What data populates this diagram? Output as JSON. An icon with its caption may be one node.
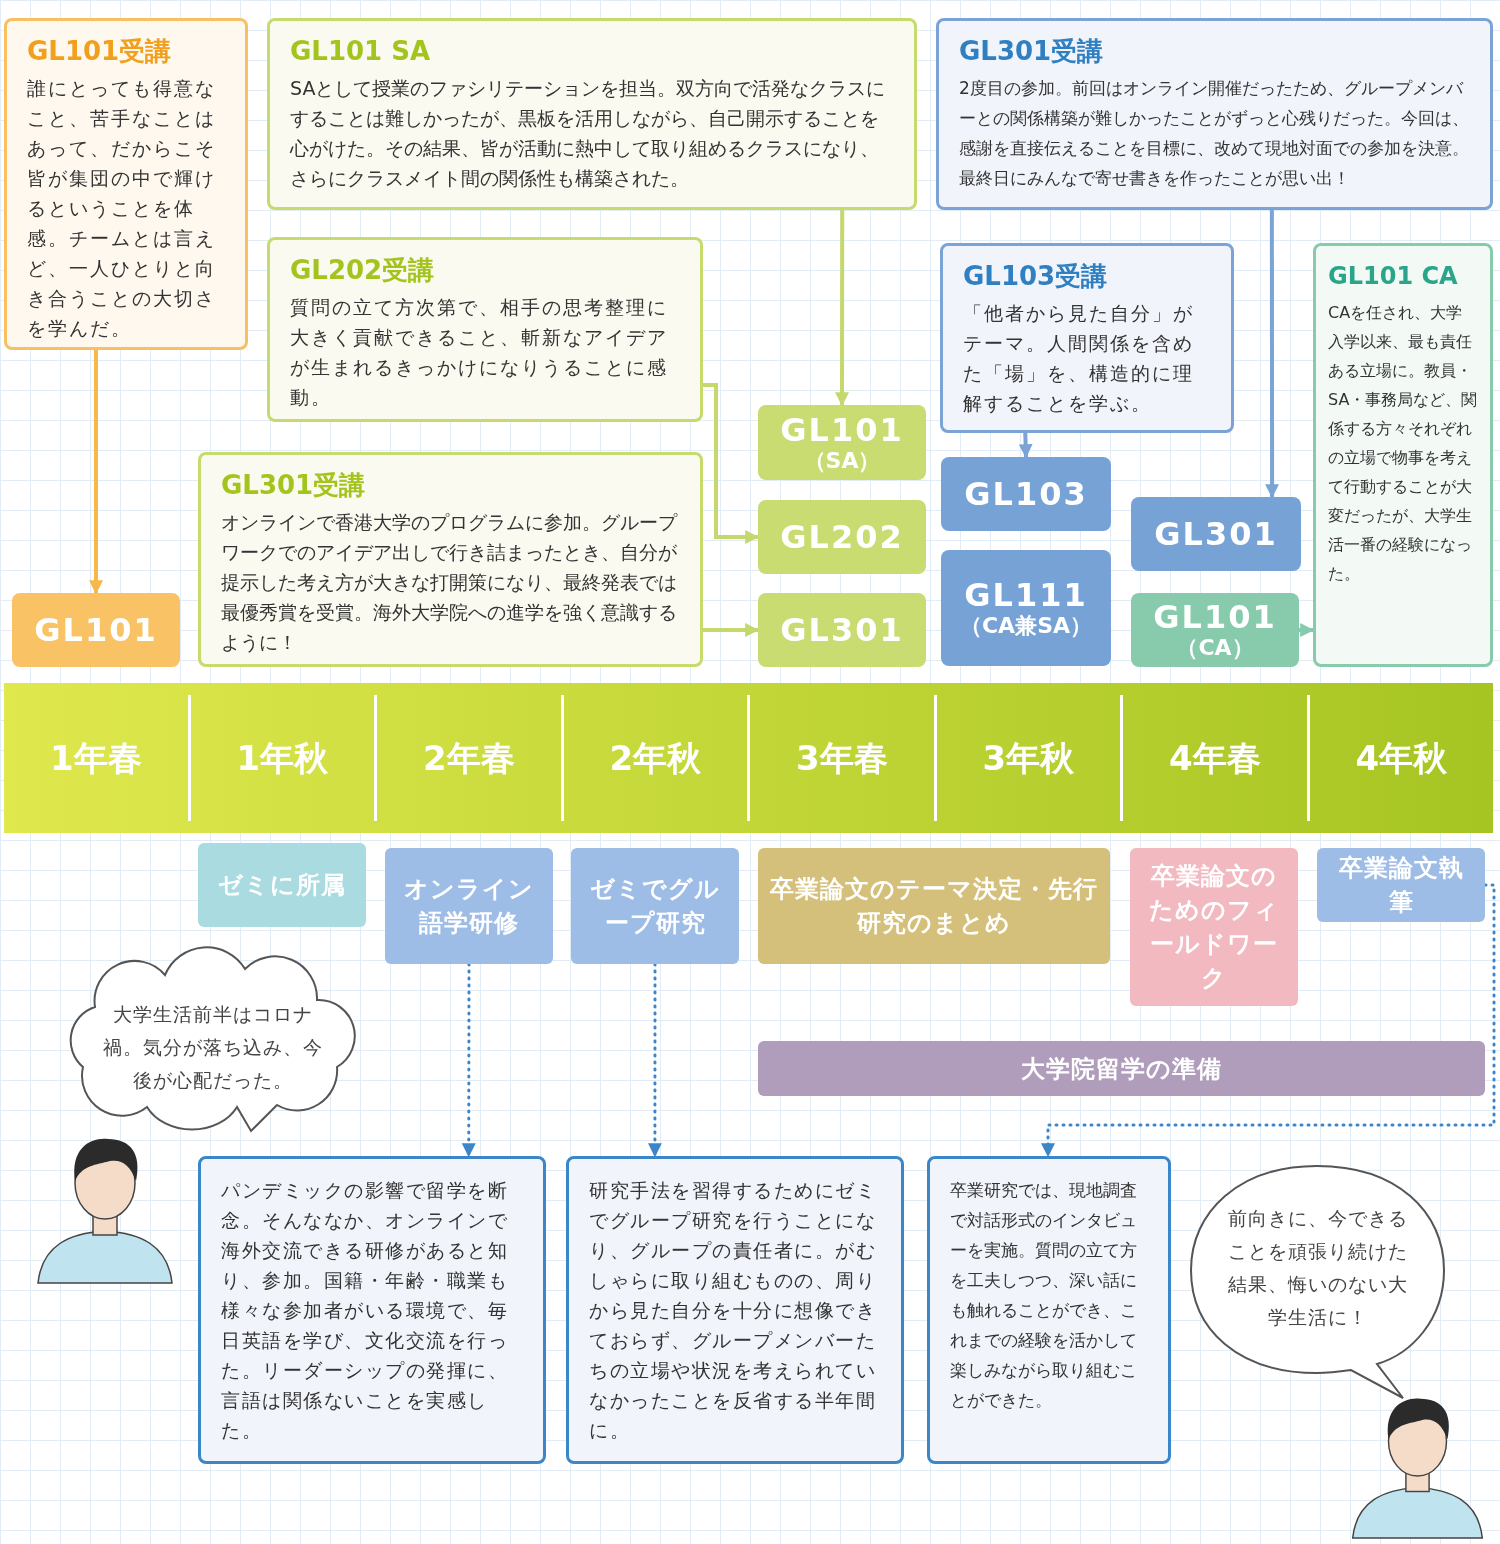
{
  "diagram": {
    "nodes": [
      {
        "text": [
          "GL101受講",
          "誰にとっても得意なこと、苦手なことはあって、だからこそ皆が集団の中で輝けるということを体感。チームとは言えど、一人ひとりと向き合うことの大切さを学んだ。"
        ]
      },
      {
        "text": [
          "GL101 SA",
          "SAとして授業のファシリテーションを担当。双方向で活発なクラスにすることは難しかったが、黒板を活用しながら、自己開示することを心がけた。その結果、皆が活動に熱中して取り組めるクラスになり、さらにクラスメイト間の関係性も構築された。"
        ]
      },
      {
        "text": [
          "GL301受講",
          "2度目の参加。前回はオンライン開催だったため、グループメンバーとの関係構築が難しかったことがずっと心残りだった。今回は、感謝を直接伝えることを目標に、改めて現地対面での参加を決意。最終日にみんなで寄せ書きを作ったことが思い出！"
        ]
      },
      {
        "text": [
          "GL202受講",
          "質問の立て方次第で、相手の思考整理に大きく貢献できること、斬新なアイデアが生まれるきっかけになりうることに感動。"
        ]
      },
      {
        "text": [
          "GL103受講",
          "「他者から見た自分」がテーマ。人間関係を含めた「場」を、構造的に理解することを学ぶ。"
        ]
      },
      {
        "text": [
          "GL101 CA",
          "CAを任され、大学入学以来、最も責任ある立場に。教員・SA・事務局など、関係する方々それぞれの立場で物事を考えて行動することが大変だったが、大学生活一番の経験になった。"
        ]
      },
      {
        "text": [
          "GL301受講",
          "オンラインで香港大学のプログラムに参加。グループワークでのアイデア出しで行き詰まったとき、自分が提示した考え方が大きな打開策になり、最終発表では最優秀賞を受賞。海外大学院への進学を強く意識するように！"
        ]
      },
      {
        "text": [
          "GL101",
          "（SA）"
        ]
      },
      {
        "text": [
          "GL103"
        ]
      },
      {
        "text": [
          "GL202"
        ]
      },
      {
        "text": [
          "GL301"
        ]
      },
      {
        "text": [
          "GL111",
          "（CA兼SA）"
        ]
      },
      {
        "text": [
          "GL101"
        ]
      },
      {
        "text": [
          "GL301"
        ]
      },
      {
        "text": [
          "GL101",
          "（CA）"
        ]
      },
      {
        "text": [
          "ゼミに所属"
        ]
      },
      {
        "text": [
          "オンライン語学研修"
        ]
      },
      {
        "text": [
          "ゼミでグループ研究"
        ]
      },
      {
        "text": [
          "卒業論文のテーマ決定・先行研究のまとめ"
        ]
      },
      {
        "text": [
          "卒業論文のためのフィールドワーク"
        ]
      },
      {
        "text": [
          "卒業論文執筆"
        ]
      },
      {
        "text": [
          "大学院留学の準備"
        ]
      },
      {
        "text": [
          "大学生活前半はコロナ禍。気分が落ち込み、今後が心配だった。"
        ]
      },
      {
        "text": [],
        "shape": "person"
      },
      {
        "text": [
          "パンデミックの影響で留学を断念。そんななか、オンラインで海外交流できる研修があると知り、参加。国籍・年齢・職業も様々な参加者がいる環境で、毎日英語を学び、文化交流を行った。リーダーシップの発揮に、言語は関係ないことを実感した。"
        ]
      },
      {
        "text": [
          "研究手法を習得するためにゼミでグループ研究を行うことになり、グループの責任者に。がむしゃらに取り組むものの、周りから見た自分を十分に想像できておらず、グループメンバーたちの立場や状況を考えられていなかったことを反省する半年間に。"
        ]
      },
      {
        "text": [
          "卒業研究では、現地調査で対話形式のインタビューを実施。質問の立て方を工夫しつつ、深い話にも触れることができ、これまでの経験を活かして楽しみながら取り組むことができた。"
        ]
      },
      {
        "text": [
          "前向きに、今できることを頑張り続けた結果、悔いのない大学生活に！"
        ]
      },
      {
        "text": [],
        "shape": "person"
      }
    ],
    "edges": [
      {
        "from": 0,
        "to": 12,
        "arrow": "to",
        "color": "#f6b848"
      },
      {
        "from": 1,
        "to": 7,
        "arrow": "to",
        "color": "#c5d86d"
      },
      {
        "from": 3,
        "to": 9,
        "arrow": "to",
        "color": "#c5d86d"
      },
      {
        "from": 6,
        "to": 13,
        "arrow": "to",
        "color": "#c5d86d"
      },
      {
        "from": 4,
        "to": 8,
        "arrow": "to",
        "color": "#7ba3d6"
      },
      {
        "from": 2,
        "to": 10,
        "arrow": "to",
        "color": "#7ba3d6"
      },
      {
        "from": 14,
        "to": 5,
        "arrow": "to",
        "color": "#86cbb0"
      },
      {
        "from": 16,
        "to": 24,
        "arrow": "to",
        "style": "dashed",
        "color": "#3b86c8"
      },
      {
        "from": 17,
        "to": 25,
        "arrow": "to",
        "style": "dashed",
        "color": "#3b86c8"
      },
      {
        "from": 20,
        "to": 26,
        "arrow": "to",
        "style": "dashed",
        "color": "#3b86c8"
      }
    ],
    "labels": [
      "1年春",
      "1年秋",
      "2年春",
      "2年秋",
      "3年春",
      "3年秋",
      "4年春",
      "4年秋"
    ]
  }
}
